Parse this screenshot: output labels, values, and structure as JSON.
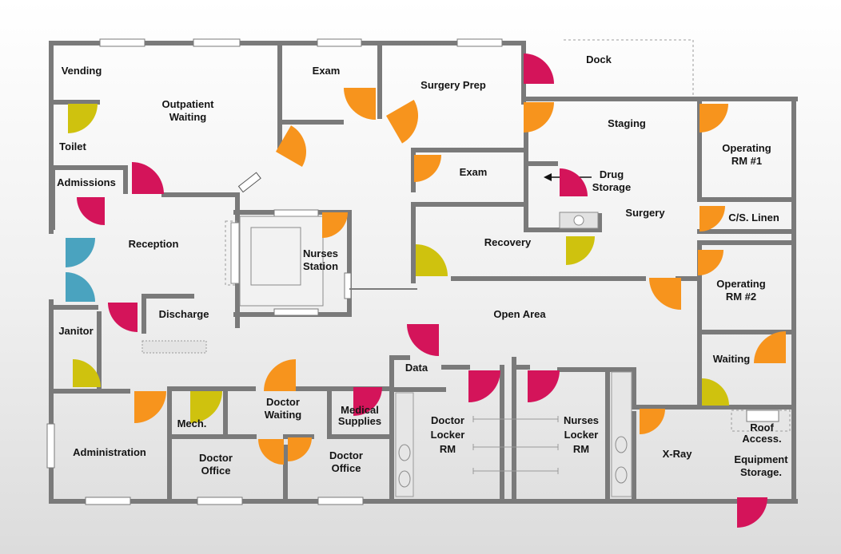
{
  "plan": {
    "rooms": [
      {
        "id": "vending",
        "label": "Vending"
      },
      {
        "id": "outpatient_waiting",
        "label": "Outpatient Waiting"
      },
      {
        "id": "exam_top",
        "label": "Exam"
      },
      {
        "id": "surgery_prep",
        "label": "Surgery Prep"
      },
      {
        "id": "dock",
        "label": "Dock"
      },
      {
        "id": "toilet",
        "label": "Toilet"
      },
      {
        "id": "admissions",
        "label": "Admissions"
      },
      {
        "id": "staging",
        "label": "Staging"
      },
      {
        "id": "operating_rm_1",
        "label": "Operating RM #1"
      },
      {
        "id": "exam_mid",
        "label": "Exam"
      },
      {
        "id": "drug_storage",
        "label": "Drug Storage"
      },
      {
        "id": "surgery",
        "label": "Surgery"
      },
      {
        "id": "cs_linen",
        "label": "C/S. Linen"
      },
      {
        "id": "reception",
        "label": "Reception"
      },
      {
        "id": "nurses_station",
        "label": "Nurses Station"
      },
      {
        "id": "recovery",
        "label": "Recovery"
      },
      {
        "id": "operating_rm_2",
        "label": "Operating RM #2"
      },
      {
        "id": "discharge",
        "label": "Discharge"
      },
      {
        "id": "janitor",
        "label": "Janitor"
      },
      {
        "id": "open_area",
        "label": "Open Area"
      },
      {
        "id": "waiting",
        "label": "Waiting"
      },
      {
        "id": "data",
        "label": "Data"
      },
      {
        "id": "doctor_waiting",
        "label": "Doctor Waiting"
      },
      {
        "id": "medical_supplies",
        "label": "Medical Supplies"
      },
      {
        "id": "mech",
        "label": "Mech."
      },
      {
        "id": "doctor_locker_rm",
        "label": "Doctor Locker RM"
      },
      {
        "id": "nurses_locker_rm",
        "label": "Nurses Locker RM"
      },
      {
        "id": "roof_access",
        "label": "Roof Access."
      },
      {
        "id": "administration",
        "label": "Administration"
      },
      {
        "id": "x_ray",
        "label": "X-Ray"
      },
      {
        "id": "equipment_storage",
        "label": "Equipment Storage."
      },
      {
        "id": "doctor_office_left",
        "label": "Doctor Office"
      },
      {
        "id": "doctor_office_right",
        "label": "Doctor Office"
      }
    ],
    "colors": {
      "wall": "#7a7a7a",
      "door_orange": "#f7941d",
      "door_red": "#d4145a",
      "door_yellow": "#cfc20e",
      "door_blue": "#4aa3bf",
      "window": "#ffffff",
      "fixture": "#9a9a9a"
    }
  }
}
